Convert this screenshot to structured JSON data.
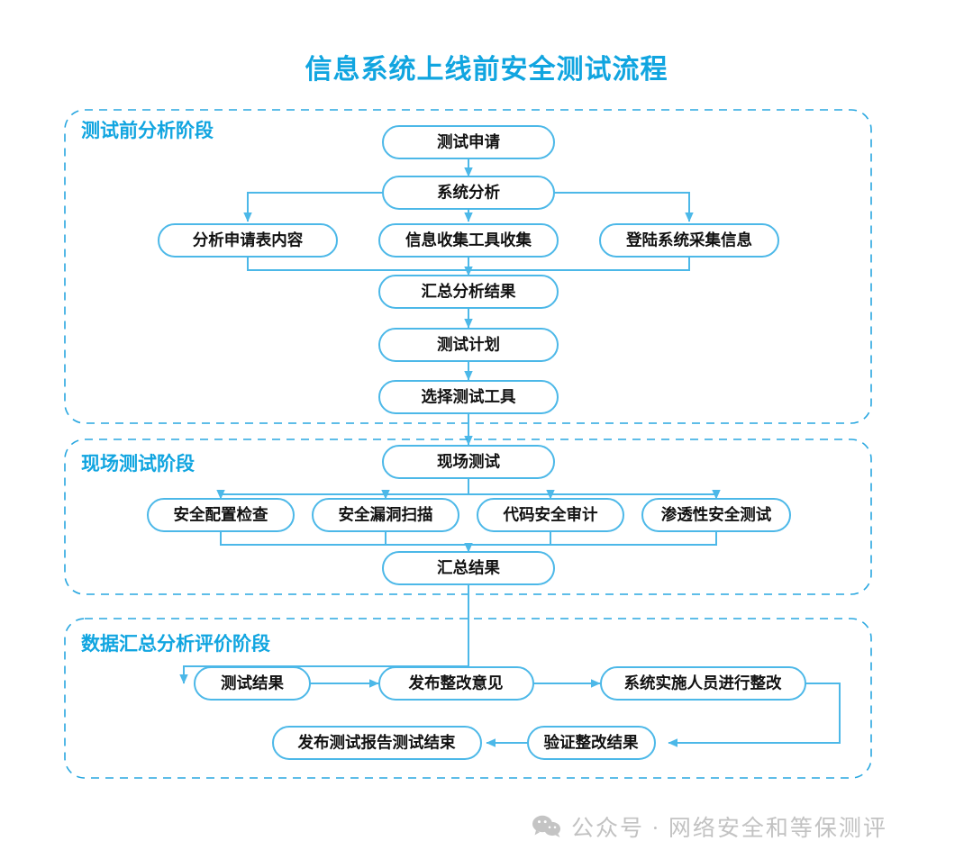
{
  "title": "信息系统上线前安全测试流程",
  "theme": {
    "title_color": "#11a5e0",
    "section_label_color": "#11a5e0",
    "node_border_color": "#4cb8e8",
    "node_fill_color": "#ffffff",
    "node_text_color": "#111111",
    "connector_color": "#4cb8e8",
    "group_border_color": "#29a7e0",
    "footer_text_color": "#c2c2c2"
  },
  "sections": [
    {
      "id": "pre-analysis",
      "label": "测试前分析阶段"
    },
    {
      "id": "onsite-test",
      "label": "现场测试阶段"
    },
    {
      "id": "data-summary",
      "label": "数据汇总分析评价阶段"
    }
  ],
  "nodes": {
    "apply": "测试申请",
    "sys_analysis": "系统分析",
    "analyze_form": "分析申请表内容",
    "info_tool": "信息收集工具收集",
    "login_collect": "登陆系统采集信息",
    "summary_analysis": "汇总分析结果",
    "test_plan": "测试计划",
    "select_tool": "选择测试工具",
    "onsite": "现场测试",
    "config_check": "安全配置检查",
    "vuln_scan": "安全漏洞扫描",
    "code_audit": "代码安全审计",
    "pen_test": "渗透性安全测试",
    "summary_result": "汇总结果",
    "test_result": "测试结果",
    "publish_opinion": "发布整改意见",
    "staff_rectify": "系统实施人员进行整改",
    "verify_rectify": "验证整改结果",
    "publish_report": "发布测试报告测试结束"
  },
  "footer": {
    "icon": "wechat-icon",
    "text": "公众号 · 网络安全和等保测评"
  },
  "chart_data": {
    "type": "flowchart",
    "title": "信息系统上线前安全测试流程",
    "groups": [
      {
        "label": "测试前分析阶段",
        "nodes": [
          "测试申请",
          "系统分析",
          "分析申请表内容",
          "信息收集工具收集",
          "登陆系统采集信息",
          "汇总分析结果",
          "测试计划",
          "选择测试工具"
        ]
      },
      {
        "label": "现场测试阶段",
        "nodes": [
          "现场测试",
          "安全配置检查",
          "安全漏洞扫描",
          "代码安全审计",
          "渗透性安全测试",
          "汇总结果"
        ]
      },
      {
        "label": "数据汇总分析评价阶段",
        "nodes": [
          "测试结果",
          "发布整改意见",
          "系统实施人员进行整改",
          "验证整改结果",
          "发布测试报告测试结束"
        ]
      }
    ],
    "edges": [
      [
        "测试申请",
        "系统分析"
      ],
      [
        "系统分析",
        "分析申请表内容"
      ],
      [
        "系统分析",
        "信息收集工具收集"
      ],
      [
        "系统分析",
        "登陆系统采集信息"
      ],
      [
        "分析申请表内容",
        "汇总分析结果"
      ],
      [
        "信息收集工具收集",
        "汇总分析结果"
      ],
      [
        "登陆系统采集信息",
        "汇总分析结果"
      ],
      [
        "汇总分析结果",
        "测试计划"
      ],
      [
        "测试计划",
        "选择测试工具"
      ],
      [
        "选择测试工具",
        "现场测试"
      ],
      [
        "现场测试",
        "安全配置检查"
      ],
      [
        "现场测试",
        "安全漏洞扫描"
      ],
      [
        "现场测试",
        "代码安全审计"
      ],
      [
        "现场测试",
        "渗透性安全测试"
      ],
      [
        "安全配置检查",
        "汇总结果"
      ],
      [
        "安全漏洞扫描",
        "汇总结果"
      ],
      [
        "代码安全审计",
        "汇总结果"
      ],
      [
        "渗透性安全测试",
        "汇总结果"
      ],
      [
        "汇总结果",
        "测试结果"
      ],
      [
        "测试结果",
        "发布整改意见"
      ],
      [
        "发布整改意见",
        "系统实施人员进行整改"
      ],
      [
        "系统实施人员进行整改",
        "验证整改结果"
      ],
      [
        "验证整改结果",
        "发布测试报告测试结束"
      ]
    ]
  }
}
